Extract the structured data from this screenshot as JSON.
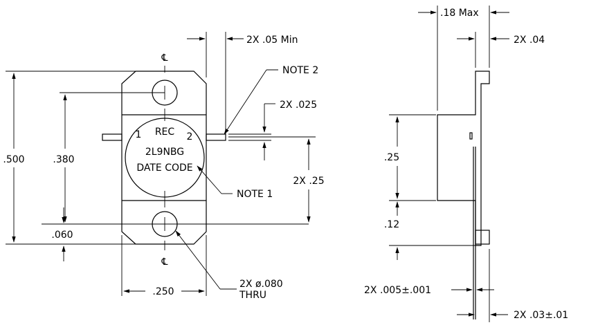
{
  "front_view": {
    "centerline_top": "℄",
    "centerline_bottom": "℄",
    "pin_1": "1",
    "pin_2": "2",
    "marking_line_1": "REC",
    "marking_line_2": "2L9NBG",
    "marking_line_3": "DATE CODE",
    "dim_overall_height": ".500",
    "dim_hole_spacing": ".380",
    "dim_bottom_offset": ".060",
    "dim_width": ".250",
    "dim_lead_min": "2X .05 Min",
    "dim_lead_thickness": "2X .025",
    "dim_lead_height": "2X .25",
    "note_2": "NOTE 2",
    "note_1": "NOTE 1",
    "hole_callout_1": "2X ø.080",
    "hole_callout_2": "THRU"
  },
  "side_view": {
    "dim_max": ".18 Max",
    "dim_tab": "2X .04",
    "dim_body": ".25",
    "dim_lower": ".12",
    "dim_lead_thk": "2X .005±.001",
    "dim_flange": "2X .03±.01"
  }
}
